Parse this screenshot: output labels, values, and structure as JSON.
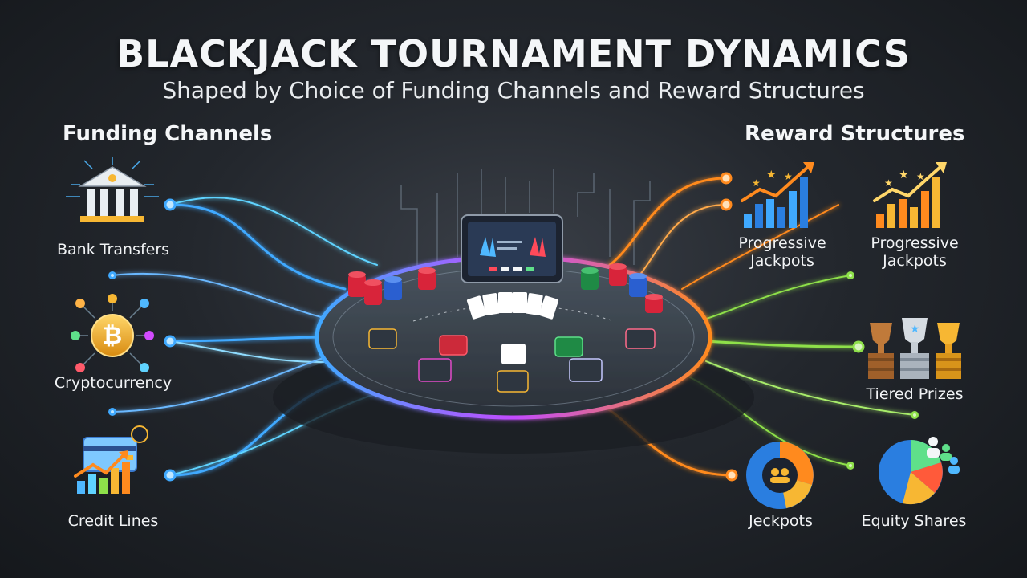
{
  "title": "BLACKJACK TOURNAMENT DYNAMICS",
  "subtitle": "Shaped by Choice of Funding Channels and Reward Structures",
  "funding": {
    "heading": "Funding Channels",
    "items": [
      {
        "label": "Bank Transfers",
        "icon": "bank-icon"
      },
      {
        "label": "Cryptocurrency",
        "icon": "bitcoin-icon"
      },
      {
        "label": "Credit Lines",
        "icon": "credit-card-icon"
      }
    ]
  },
  "rewards": {
    "heading": "Reward Structures",
    "items": [
      {
        "label_line1": "Progressive",
        "label_line2": "Jackpots",
        "icon": "rising-bar-chart-icon"
      },
      {
        "label_line1": "Progressive",
        "label_line2": "Jackpots",
        "icon": "rising-bar-chart-icon"
      },
      {
        "label": "Tiered Prizes",
        "icon": "trophy-icon"
      },
      {
        "label": "Jeckpots",
        "icon": "pie-chart-icon"
      },
      {
        "label": "Equity Shares",
        "icon": "pie-chart-icon"
      }
    ]
  },
  "colors": {
    "blue": "#3fa9ff",
    "cyan": "#5fd3ff",
    "orange": "#ff8a1e",
    "green": "#8ee04a",
    "magenta": "#d24bff",
    "gold": "#f7b733"
  }
}
